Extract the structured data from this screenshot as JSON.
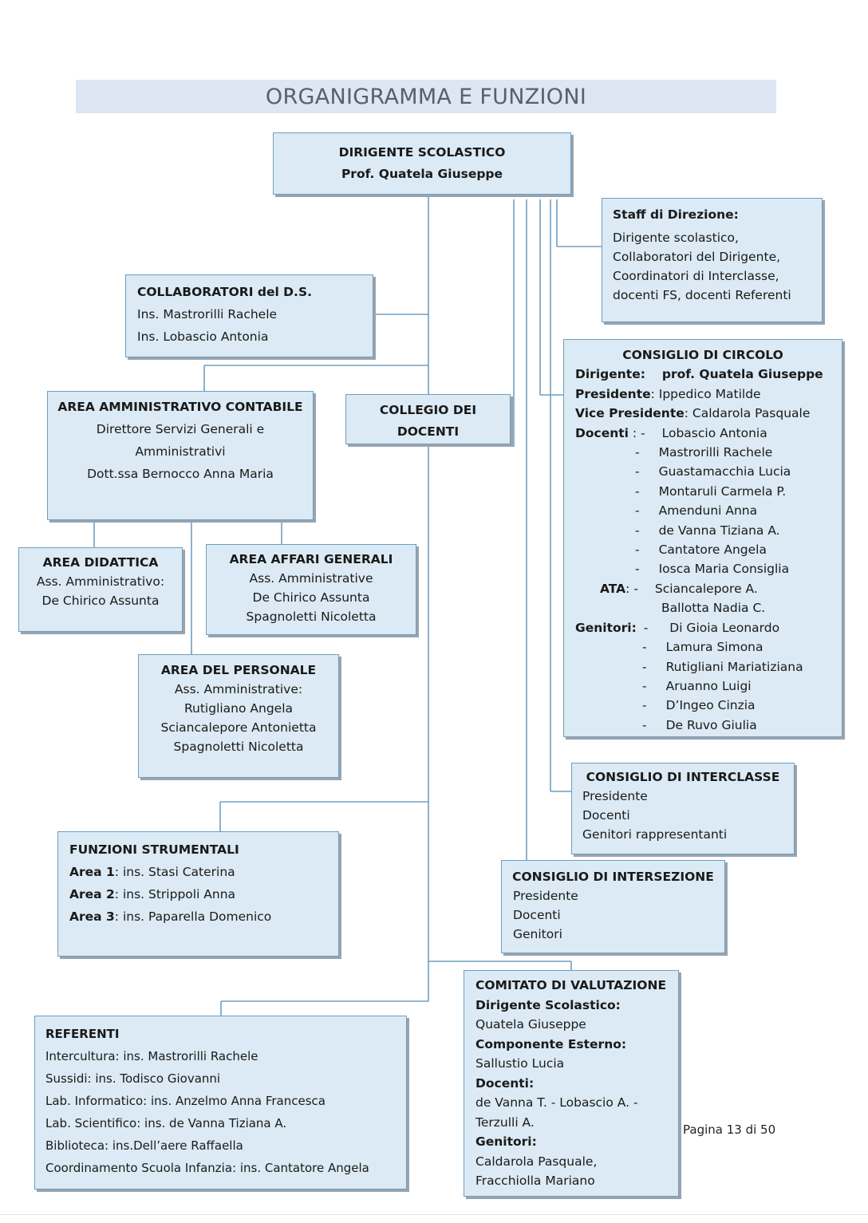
{
  "title": "ORGANIGRAMMA E FUNZIONI",
  "dirigente": {
    "heading": "DIRIGENTE SCOLASTICO",
    "name": "Prof. Quatela Giuseppe"
  },
  "staff": {
    "heading": "Staff di Direzione:",
    "lines": [
      "Dirigente scolastico,",
      "Collaboratori del Dirigente,",
      "Coordinatori di Interclasse,",
      "docenti FS, docenti Referenti"
    ]
  },
  "collaboratori": {
    "heading": "COLLABORATORI del D.S.",
    "lines": [
      "Ins. Mastrorilli Rachele",
      "Ins. Lobascio Antonia"
    ]
  },
  "area_amm": {
    "heading": "AREA AMMINISTRATIVO CONTABILE",
    "lines": [
      "Direttore Servizi Generali e",
      "Amministrativi",
      "Dott.ssa Bernocco Anna Maria"
    ]
  },
  "collegio": {
    "line1": "COLLEGIO DEI",
    "line2": "DOCENTI"
  },
  "area_didattica": {
    "heading": "AREA DIDATTICA",
    "lines": [
      "Ass. Amministrativo:",
      "De Chirico Assunta"
    ]
  },
  "area_affari": {
    "heading": "AREA AFFARI GENERALI",
    "lines": [
      "Ass. Amministrative",
      "De Chirico Assunta",
      "Spagnoletti Nicoletta"
    ]
  },
  "area_personale": {
    "heading": "AREA DEL PERSONALE",
    "lines": [
      "Ass. Amministrative:",
      "Rutigliano Angela",
      "Sciancalepore Antonietta",
      "Spagnoletti Nicoletta"
    ]
  },
  "consiglio_circolo": {
    "heading": "CONSIGLIO DI CIRCOLO",
    "dirigente_label": "Dirigente:",
    "dirigente_value": "prof. Quatela Giuseppe",
    "presidente_label": "Presidente",
    "presidente_value": ": Ippedico Matilde",
    "vice_label": "Vice Presidente",
    "vice_value": ": Caldarola Pasquale",
    "docenti_label": "Docenti",
    "docenti_first_sep": ": -",
    "docenti": [
      "Lobascio Antonia",
      "Mastrorilli Rachele",
      "Guastamacchia Lucia",
      "Montaruli Carmela P.",
      "Amenduni Anna",
      "de Vanna Tiziana A.",
      "Cantatore Angela",
      "Iosca Maria Consiglia"
    ],
    "ata_label": "ATA",
    "ata_sep": ": -",
    "ata": [
      "Sciancalepore A.",
      "Ballotta Nadia C."
    ],
    "genitori_label": "Genitori:",
    "genitori": [
      "Di Gioia Leonardo",
      "Lamura Simona",
      "Rutigliani Mariatiziana",
      "Aruanno Luigi",
      "D’Ingeo Cinzia",
      "De Ruvo Giulia"
    ],
    "dash": "-"
  },
  "consiglio_interclasse": {
    "heading": "CONSIGLIO DI INTERCLASSE",
    "lines": [
      "Presidente",
      "Docenti",
      "Genitori rappresentanti"
    ]
  },
  "consiglio_intersezione": {
    "heading": "CONSIGLIO DI INTERSEZIONE",
    "lines": [
      "Presidente",
      "Docenti",
      "Genitori"
    ]
  },
  "funzioni": {
    "heading": "FUNZIONI STRUMENTALI",
    "items": [
      {
        "label": "Area 1",
        "value": ": ins. Stasi Caterina"
      },
      {
        "label": "Area 2",
        "value": ":  ins. Strippoli Anna"
      },
      {
        "label": "Area 3",
        "value": ": ins. Paparella Domenico"
      }
    ]
  },
  "referenti": {
    "heading": "REFERENTI",
    "lines": [
      "Intercultura: ins. Mastrorilli Rachele",
      "Sussidi: ins. Todisco Giovanni",
      "Lab. Informatico: ins. Anzelmo Anna Francesca",
      "Lab. Scientifico: ins. de Vanna Tiziana A.",
      "Biblioteca: ins.Dell’aere Raffaella",
      "Coordinamento Scuola Infanzia: ins. Cantatore Angela"
    ]
  },
  "comitato": {
    "heading": "COMITATO DI VALUTAZIONE",
    "dirigente_label": "Dirigente Scolastico:",
    "dirigente_value": "Quatela Giuseppe",
    "esterno_label": "Componente Esterno:",
    "esterno_value": "Sallustio Lucia",
    "docenti_label": "Docenti:",
    "docenti_line1": "de Vanna T. -  Lobascio A. -",
    "docenti_line2": "Terzulli A.",
    "genitori_label": "Genitori:",
    "genitori_line1": "Caldarola Pasquale,",
    "genitori_line2": "Fracchiolla Mariano"
  },
  "footer": "Pagina 13 di 50"
}
